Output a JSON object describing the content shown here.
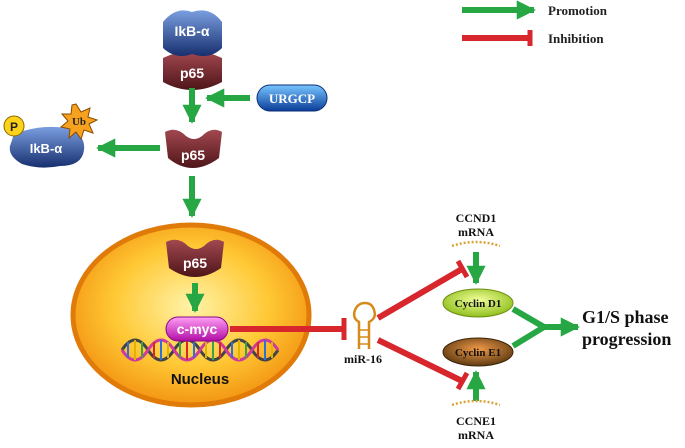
{
  "legend": {
    "promotion_label": "Promotion",
    "inhibition_label": "Inhibition"
  },
  "complex": {
    "ikb_label": "IkB-α",
    "p65_label": "p65"
  },
  "regulator": {
    "label": "URGCP"
  },
  "released": {
    "p65_label": "p65",
    "ikb_label": "IkB-α",
    "phospho_label": "P",
    "ubiquitin_label": "Ub"
  },
  "nucleus": {
    "label": "Nucleus",
    "p65_label": "p65",
    "gene_label": "c-myc"
  },
  "mirna": {
    "label": "miR-16"
  },
  "targets": {
    "ccnd1_line1": "CCND1",
    "ccnd1_line2": "mRNA",
    "ccne1_line1": "CCNE1",
    "ccne1_line2": "mRNA",
    "cyclin_d1_label": "Cyclin D1",
    "cyclin_e1_label": "Cyclin E1"
  },
  "outcome": {
    "line1": "G1/S phase",
    "line2": "progression"
  },
  "colors": {
    "promotion": "#27a744",
    "inhibition": "#d7262c",
    "p65": "#6b2226",
    "ikb": "#2a4f97",
    "urgcp": "#1f6fd1",
    "nucleus": "#f29a18",
    "cmyc": "#e43bd6",
    "cyclin_d1": "#a8d12a",
    "cyclin_e1": "#b8621c"
  }
}
